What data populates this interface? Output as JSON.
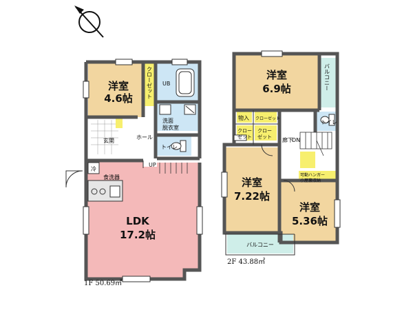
{
  "colors": {
    "bedroom": "#f2d6a0",
    "ldk": "#f4b9b9",
    "balcony": "#cfeee9",
    "wet": "#cde6f5",
    "closet": "#f7ef6e",
    "wall": "#555555"
  },
  "icons": [
    "north-arrow-icon",
    "bathtub-icon",
    "toilet-icon",
    "washbasin-icon",
    "kitchen-sink-icon",
    "stove-icon",
    "refrigerator-icon",
    "stairs-icon",
    "door-swing-icon"
  ],
  "floor1": {
    "area": "1F 50.69㎡",
    "western_room": {
      "name": "洋室",
      "size": "4.6帖"
    },
    "closet": "クローゼット",
    "bath": "UB",
    "wash": "洗面\n脱衣室",
    "wash_line1": "洗面",
    "wash_line2": "脱衣室",
    "hall": "ホール",
    "entrance": "玄関",
    "toilet": "トイレ",
    "storage": "UP",
    "fridge": "冷",
    "kitchen_label": "食洗器",
    "ldk": {
      "name": "LDK",
      "size": "17.2帖"
    }
  },
  "floor2": {
    "area": "2F 43.88㎡",
    "room_top": {
      "name": "洋室",
      "size": "6.9帖"
    },
    "room_left": {
      "name": "洋室",
      "size": "7.22帖"
    },
    "room_right": {
      "name": "洋室",
      "size": "5.36帖"
    },
    "balcony_right": "バルコニー",
    "balcony_bottom": "バルコニー",
    "closet_a": "物入",
    "closet_b": "クローゼット",
    "closet_c": "クロー\nゼット",
    "closet_c1": "クロー",
    "closet_c2": "ゼット",
    "closet_d": "クロー\nゼット",
    "closet_d1": "クロー",
    "closet_d2": "ゼット",
    "toilet": "トイレ",
    "hall": "廊下",
    "dn": "DN",
    "loft": "可動ハンガー\n小屋裏収納",
    "loft1": "可動ハンガー",
    "loft2": "小屋裏収納"
  }
}
